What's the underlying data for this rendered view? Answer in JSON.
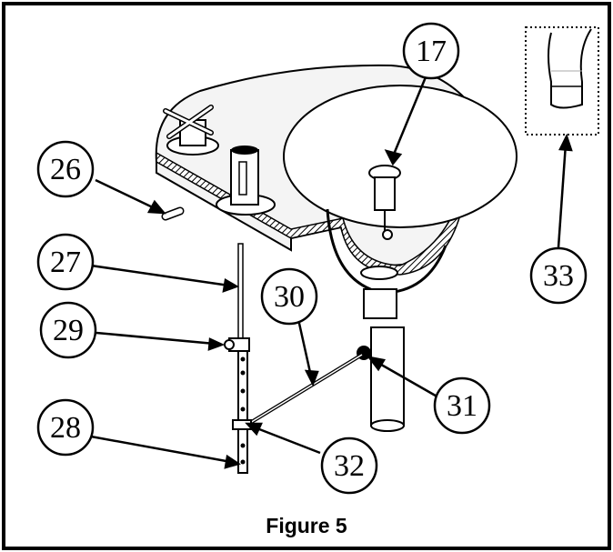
{
  "figure": {
    "caption": "Figure 5",
    "callouts": [
      {
        "id": "c17",
        "label": "17",
        "part": "pop-up-stopper"
      },
      {
        "id": "c26",
        "label": "26",
        "part": "pivot-rod-knob"
      },
      {
        "id": "c27",
        "label": "27",
        "part": "lift-rod"
      },
      {
        "id": "c28",
        "label": "28",
        "part": "clevis-strap"
      },
      {
        "id": "c29",
        "label": "29",
        "part": "clevis-screw"
      },
      {
        "id": "c30",
        "label": "30",
        "part": "pivot-rod"
      },
      {
        "id": "c31",
        "label": "31",
        "part": "pivot-nut"
      },
      {
        "id": "c32",
        "label": "32",
        "part": "spring-clip"
      },
      {
        "id": "c33",
        "label": "33",
        "part": "spout-detail"
      }
    ]
  },
  "colors": {
    "line": "#000000",
    "background": "#ffffff",
    "surface": "#f4f4f4"
  }
}
